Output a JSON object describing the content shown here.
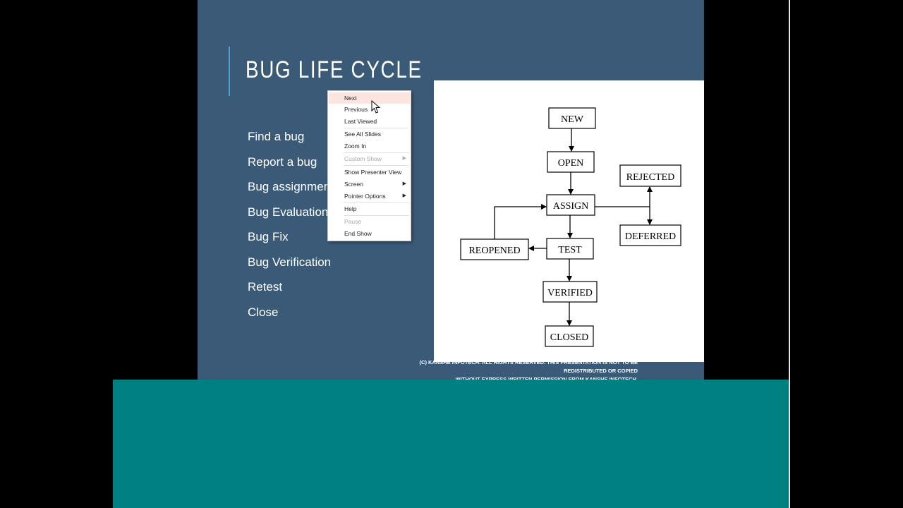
{
  "slide": {
    "title": "BUG LIFE CYCLE",
    "bullets": [
      "Find a bug",
      "Report a bug",
      "Bug assignment",
      "Bug Evaluation",
      "Bug Fix",
      "Bug Verification",
      "Retest",
      "Close"
    ],
    "footer_line1": "(C) KANSHE INFOTECH. ALL RIGHTS RESERVED. THIS PRESENTATION IS NOT TO BE REDISTRIBUTED OR COPIED",
    "footer_line2": "WITHOUT EXPRESS WRITTEN PERMISSION FROM KANSHE INFOTECH."
  },
  "diagram": {
    "new": "NEW",
    "open": "OPEN",
    "assign": "ASSIGN",
    "test": "TEST",
    "verified": "VERIFIED",
    "closed": "CLOSED",
    "rejected": "REJECTED",
    "deferred": "DEFERRED",
    "reopened": "REOPENED"
  },
  "context_menu": {
    "items": [
      {
        "label": "Next",
        "state": "highlighted"
      },
      {
        "label": "Previous"
      },
      {
        "label": "Last Viewed"
      },
      {
        "label": "See All Slides"
      },
      {
        "label": "Zoom In"
      },
      {
        "label": "Custom Show",
        "state": "disabled",
        "submenu": true
      },
      {
        "label": "Show Presenter View"
      },
      {
        "label": "Screen",
        "submenu": true
      },
      {
        "label": "Pointer Options",
        "submenu": true
      },
      {
        "label": "Help"
      },
      {
        "label": "Pause",
        "state": "disabled"
      },
      {
        "label": "End Show"
      }
    ]
  },
  "colors": {
    "slide_bg": "#3a5a78",
    "accent": "#4a9ed0",
    "band": "#008080",
    "menu_highlight": "#fce4e0"
  }
}
